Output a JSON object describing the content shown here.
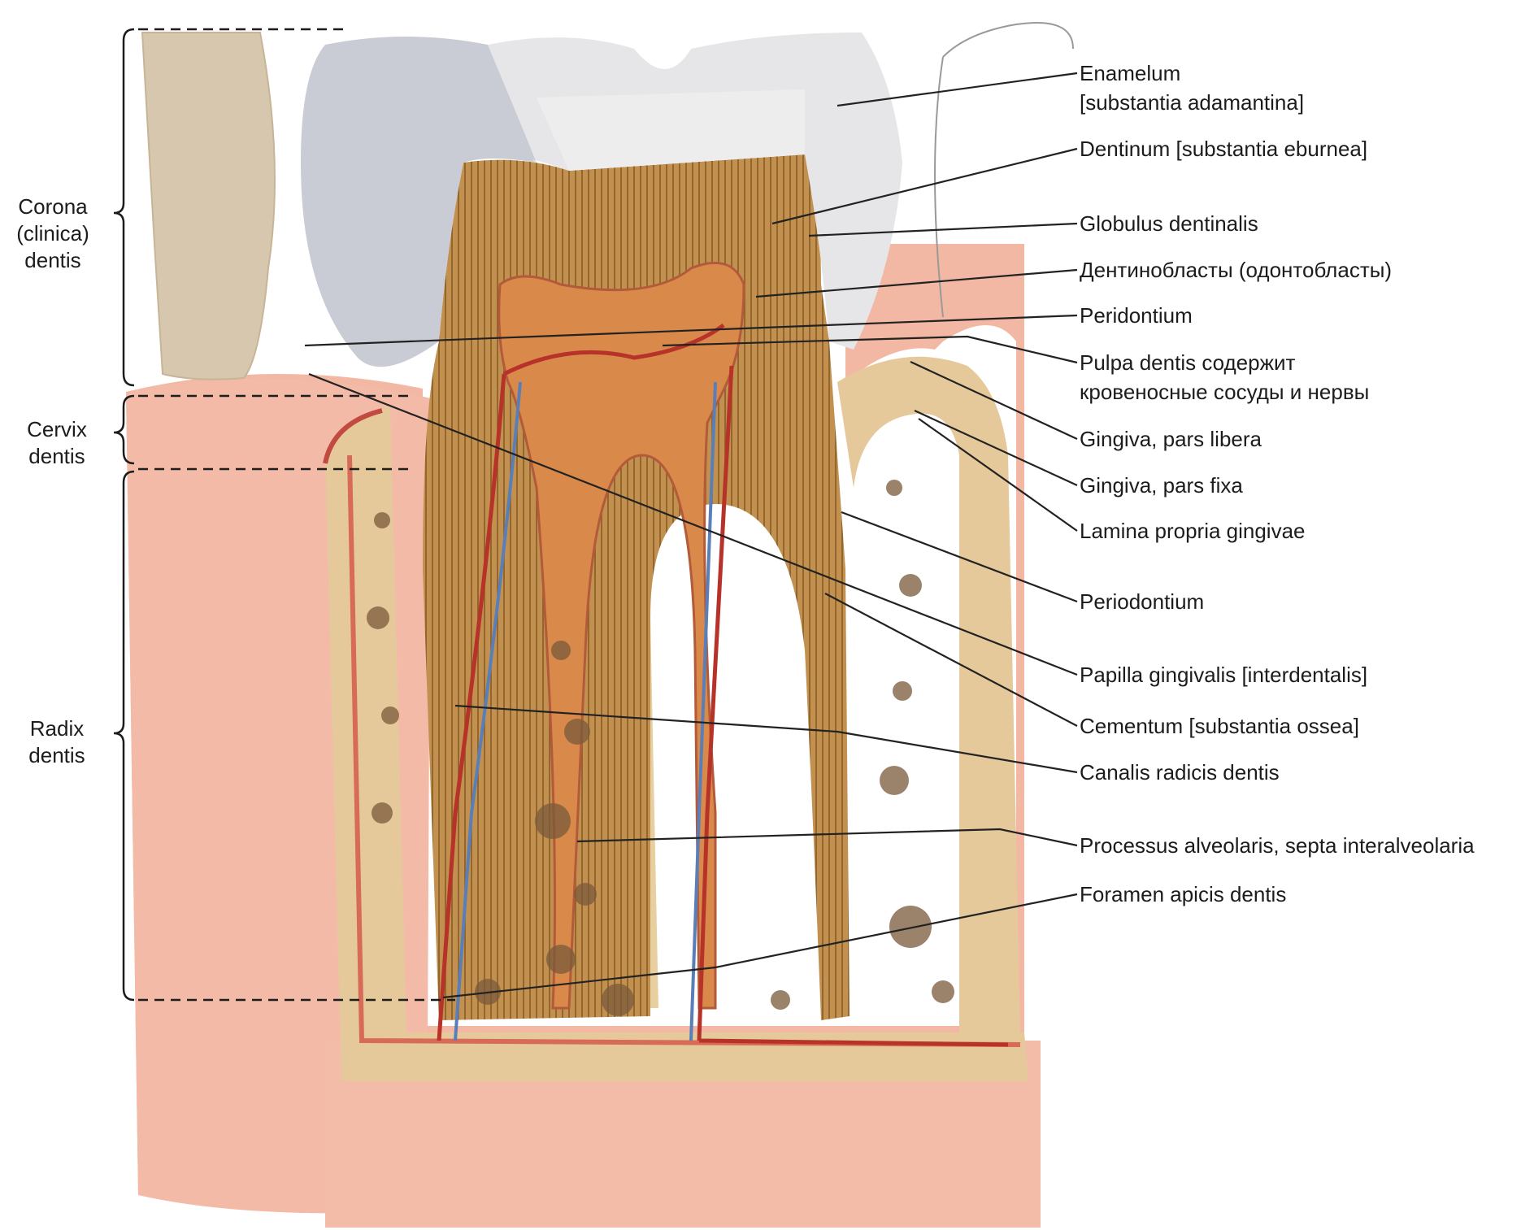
{
  "colors": {
    "gum": "#f2b8a4",
    "gum_dark": "#c9524a",
    "enamel": "#e4e4e6",
    "dentin": "#b8843f",
    "pulp": "#d98a4a",
    "bone": "#e9d1a3",
    "bone_spot": "#7a5a3a",
    "artery": "#b7332a",
    "vein": "#5a7fb8",
    "leader": "#222222"
  },
  "labels": [
    {
      "id": "enamelum",
      "lines": [
        "Enamelum",
        "[substantia adamantina]"
      ]
    },
    {
      "id": "dentinum",
      "lines": [
        "Dentinum [substantia eburnea]"
      ]
    },
    {
      "id": "globulus",
      "lines": [
        "Globulus dentinalis"
      ]
    },
    {
      "id": "dentinoblasty",
      "lines": [
        "Дентинобласты (одонтобласты)"
      ]
    },
    {
      "id": "peridontium",
      "lines": [
        "Peridontium"
      ]
    },
    {
      "id": "pulpa",
      "lines": [
        "Pulpa dentis содержит",
        "кровеносные сосуды и нервы"
      ]
    },
    {
      "id": "gingiva-libera",
      "lines": [
        "Gingiva, pars libera"
      ]
    },
    {
      "id": "gingiva-fixa",
      "lines": [
        "Gingiva, pars fixa"
      ]
    },
    {
      "id": "lamina",
      "lines": [
        "Lamina propria gingivae"
      ]
    },
    {
      "id": "periodontium",
      "lines": [
        "Periodontium"
      ]
    },
    {
      "id": "papilla",
      "lines": [
        "Papilla gingivalis [interdentalis]"
      ]
    },
    {
      "id": "cementum",
      "lines": [
        "Cementum [substantia ossea]"
      ]
    },
    {
      "id": "canalis",
      "lines": [
        "Canalis radicis dentis"
      ]
    },
    {
      "id": "processus",
      "lines": [
        "Processus alveolaris, septa interalveolaria"
      ]
    },
    {
      "id": "foramen",
      "lines": [
        "Foramen apicis dentis"
      ]
    }
  ],
  "parts": [
    {
      "id": "corona",
      "lines": [
        "Corona",
        "(clinica)",
        "dentis"
      ]
    },
    {
      "id": "cervix",
      "lines": [
        "Cervix",
        "dentis"
      ]
    },
    {
      "id": "radix",
      "lines": [
        "Radix",
        "dentis"
      ]
    }
  ]
}
